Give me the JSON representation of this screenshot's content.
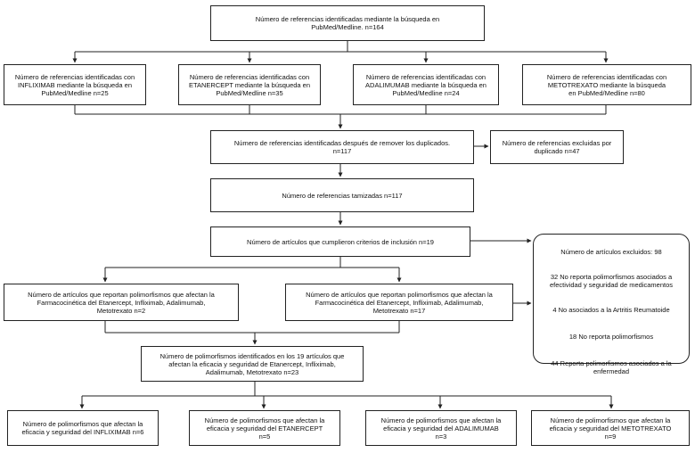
{
  "boxes": {
    "pubmed_total": "Número de referencias identificadas mediante la búsqueda en\nPubMed/Medline. n=164",
    "infliximab": "Número de referencias identificadas con\nINFLIXIMAB mediante la búsqueda en\nPubMed/Medline n=25",
    "etanercept": "Número de referencias identificadas con\nETANERCEPT mediante la búsqueda en\nPubMed/Medline n=35",
    "adalimumab": "Número de referencias identificadas con\nADALIMUMAB mediante la búsqueda en\nPubMed/Medline n=24",
    "metotrexato": "Número de referencias identificadas con\nMETOTREXATO mediante la búsqueda\nen PubMed/Medline n=80",
    "after_duplicates": "Número de referencias identificadas después de remover los duplicados.\nn=117",
    "excluded_duplicates": "Número de referencias excluidas por\nduplicado n=47",
    "screened": "Número de referencias tamizadas n=117",
    "inclusion": "Número de artículos que cumplieron criterios de inclusión n=19",
    "pharmacokinetic": "Número de artículos que reportan polimorfismos que afectan la\nFarmacocinética del Etanercept, Infliximab, Adalimumab,\nMetotrexato n=2",
    "pharmacodynamic": "Número de artículos que reportan polimorfismos que afectan la\nFarmacocinética del Etanercept, Infliximab, Adalimumab,\nMetotrexato n=17",
    "polymorphisms_total": "Número de polimorfismos identificados en los 19 artículos que\nafectan la eficacia y seguridad de Etanercept, Infliximab,\nAdalimumab, Metotrexato n=23",
    "poly_infliximab": "Número de polimorfismos que afectan la\neficacia y seguridad del INFLIXIMAB n=6",
    "poly_etanercept": "Número de polimorfismos que afectan la\neficacia y seguridad del ETANERCEPT\nn=5",
    "poly_adalimumab": "Número de polimorfismos que afectan la\neficacia y seguridad del ADALIMUMAB\nn=3",
    "poly_metotrexato": "Número de polimorfismos que afectan la\neficacia y seguridad del METOTREXATO\nn=9"
  },
  "excluded_articles": {
    "title": "Número de artículos excluidos: 98",
    "reason_1": "32 No reporta polimorfismos asociados a\nefectividad y seguridad de medicamentos",
    "reason_2": "4 No asociados a la Artritis Reumatoide",
    "reason_3": "18 No reporta polimorfismos",
    "reason_4": "44 Reporta polimorfismos asociados a la\nenfermedad"
  }
}
